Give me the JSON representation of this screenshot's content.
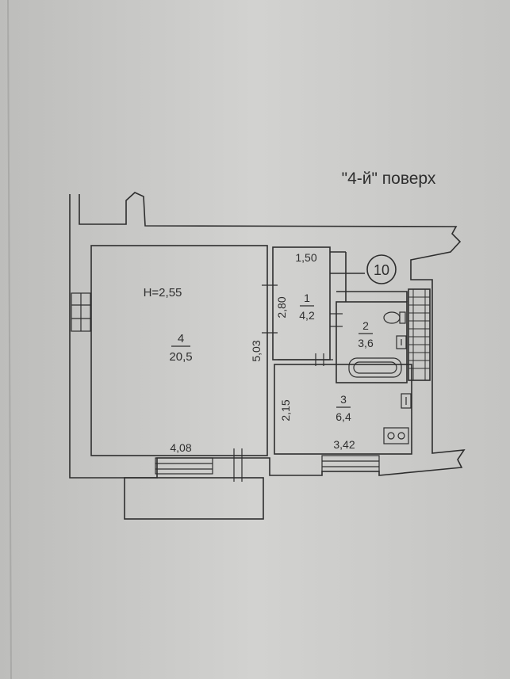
{
  "floor_label": "\"4-й\" поверх",
  "apartment_number": "10",
  "ceiling_height": "H=2,55",
  "rooms": [
    {
      "number": "4",
      "area": "20,5"
    },
    {
      "number": "1",
      "area": "4,2"
    },
    {
      "number": "2",
      "area": "3,6"
    },
    {
      "number": "3",
      "area": "6,4"
    }
  ],
  "dimensions": {
    "room4_width": "4,08",
    "room4_height": "5,03",
    "hall_width": "1,50",
    "hall_height": "2,80",
    "kitchen_height": "2,15",
    "kitchen_width": "3,42"
  },
  "colors": {
    "paper": "#c9c9c7",
    "ink": "#2e2e2e"
  }
}
